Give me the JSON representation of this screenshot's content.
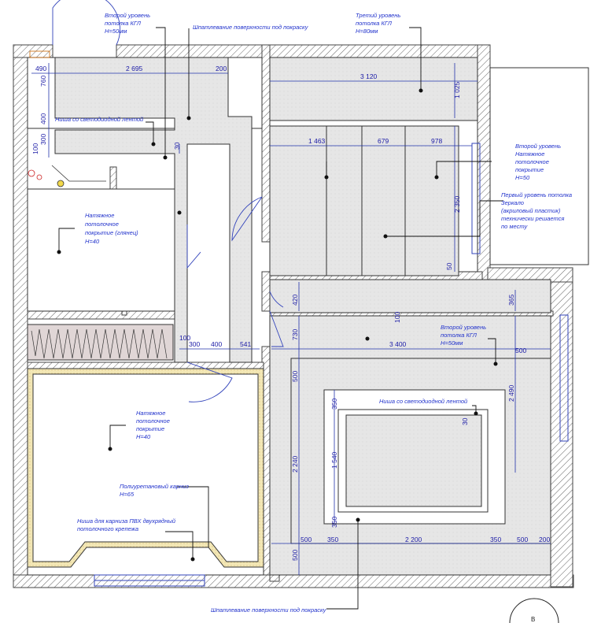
{
  "annotations": {
    "ceiling_l2_top": [
      "Второй уровень",
      "потолка КГЛ",
      "H=50мм"
    ],
    "putty_top": [
      "Шпатлевание поверхности под покраску"
    ],
    "ceiling_l3": [
      "Третий уровень",
      "потолка КГЛ",
      "H=80мм"
    ],
    "led_niche_left": [
      "Ниша со светодиодной лентой"
    ],
    "ceiling_l2_stretch": [
      "Второй уровень",
      "Натяжное",
      "потолочное",
      "покрытие",
      "H=50"
    ],
    "ceiling_l1_mirror": [
      "Первый уровень потолка",
      "Зеркало",
      "(акриловый пластик)",
      "технически решается",
      "по месту"
    ],
    "stretch_gloss": [
      "Натяжное",
      "потолочное",
      "покрытие (глянец)",
      "H=40"
    ],
    "ceiling_l2_right": [
      "Второй уровень",
      "потолка КГЛ",
      "H=50мм"
    ],
    "led_niche_right": [
      "Ниша со светодиодной лентой"
    ],
    "stretch_main": [
      "Натяжное",
      "потолочное",
      "покрытие",
      "H=40"
    ],
    "cornice": [
      "Полиуретановый карниз",
      "H=65"
    ],
    "pvc_niche": [
      "Ниша для карниза ПВХ двухрядный",
      "потолочного крепежа"
    ],
    "putty_bottom": [
      "Шпатлевание поверхности под покраску"
    ]
  },
  "dimensions": {
    "d490": "490",
    "d2695": "2 695",
    "d200a": "200",
    "d760": "760",
    "d400a": "400",
    "d300a": "300",
    "d100a": "100",
    "d30a": "30",
    "d3120": "3 120",
    "d1025": "1 025",
    "d1463": "1 463",
    "d679": "679",
    "d978": "978",
    "d2350": "2 350",
    "d50a": "50",
    "d420": "420",
    "d365": "365",
    "d100b": "100",
    "d100c": "100",
    "d300b": "300",
    "d400b": "400",
    "d541": "541",
    "d730": "730",
    "d3400": "3 400",
    "d500a": "500",
    "d2490": "2 490",
    "d500b": "500",
    "d350a": "350",
    "d30b": "30",
    "d2240": "2 240",
    "d1540": "1 540",
    "d350b": "350",
    "d500c": "500",
    "d350c": "350",
    "d2200": "2 200",
    "d350d": "350",
    "d500d": "500",
    "d200b": "200",
    "d500e": "500"
  },
  "compass_label": "B",
  "colors": {
    "wall_fill": "#ffffff",
    "hatch": "#555555",
    "ceiling_fill": "#e4e4e4",
    "annotation": "#2233cc",
    "cornice": "#f5ecc0"
  }
}
